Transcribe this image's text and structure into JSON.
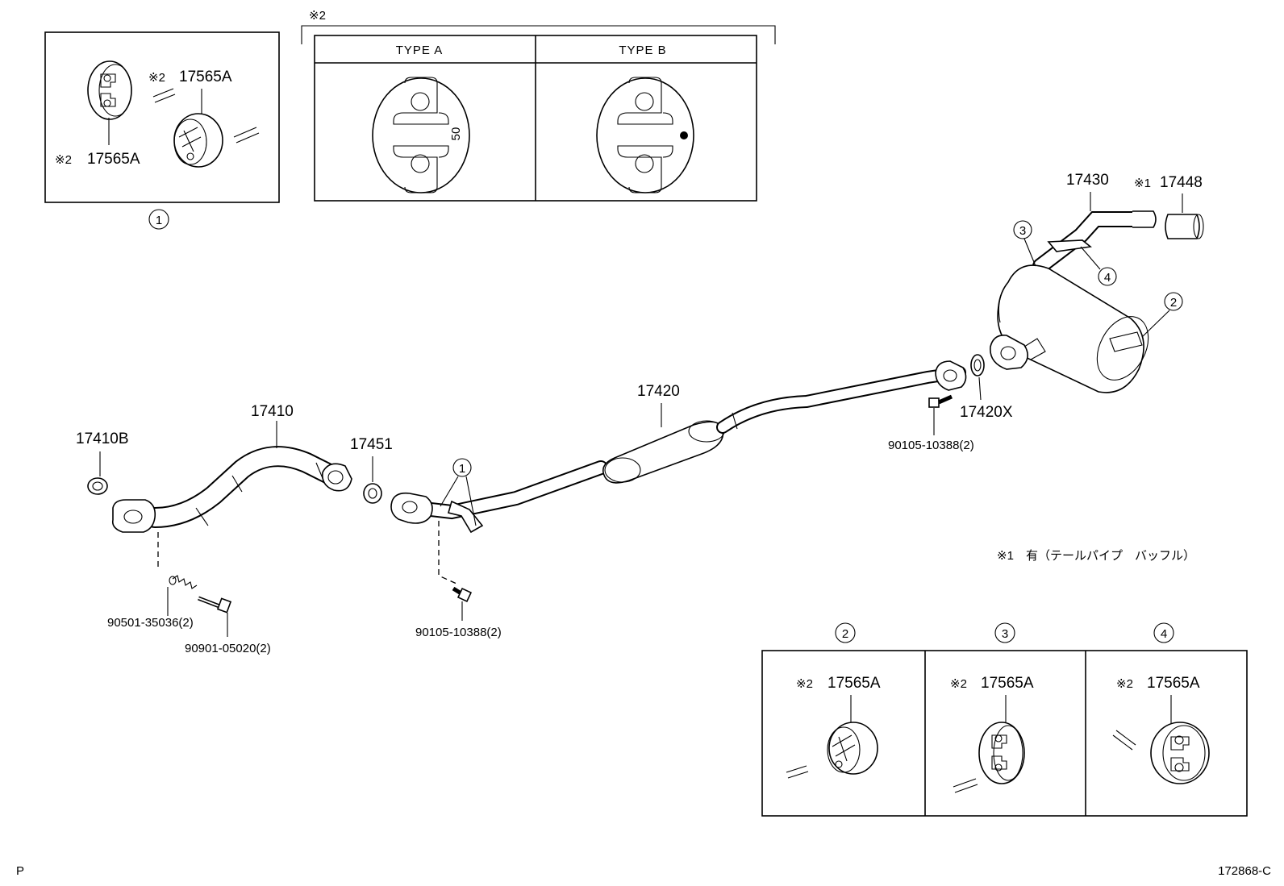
{
  "sheet_code": "172868-C",
  "corner_mark": "P",
  "note": {
    "mark1": "※1",
    "text1": "有（テールパイプ　バッフル）",
    "mark2": "※2"
  },
  "type_box": {
    "type_a": "TYPE A",
    "type_b": "TYPE B",
    "type_a_marking": "50"
  },
  "callouts": {
    "c1": "1",
    "c2": "2",
    "c3": "3",
    "c4": "4"
  },
  "parts": {
    "p17410": "17410",
    "p17410b": "17410B",
    "p17451": "17451",
    "p17420": "17420",
    "p17420x": "17420X",
    "p17430": "17430",
    "p17448": "17448",
    "p17565a": "17565A",
    "bolt_rear": "90105-10388(2)",
    "bolt_front": "90105-10388(2)",
    "spring": "90501-35036(2)",
    "bolt_manifold": "90901-05020(2)"
  }
}
